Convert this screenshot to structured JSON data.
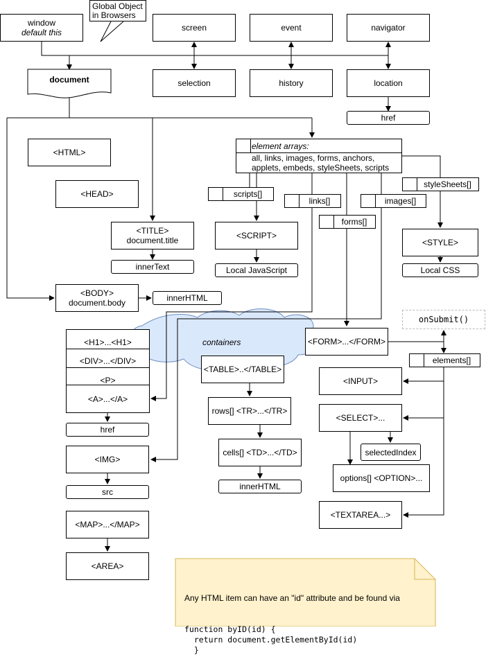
{
  "top": {
    "window_line1": "window",
    "window_line2": "default this",
    "callout_line1": "Global Object",
    "callout_line2": "in Browsers",
    "screen": "screen",
    "event": "event",
    "navigator": "navigator",
    "document": "document",
    "selection": "selection",
    "history": "history",
    "location": "location",
    "href": "href"
  },
  "dom": {
    "html": "<HTML>",
    "head": "<HEAD>",
    "title_line1": "<TITLE>",
    "title_line2": "document.title",
    "innertext": "innerText",
    "body_line1": "<BODY>",
    "body_line2": "document.body",
    "body_innerhtml": "innerHTML"
  },
  "arrays": {
    "title": "element arrays:",
    "line1": "all, links, images, forms, anchors,",
    "line2": "applets, embeds, styleSheets, scripts",
    "scripts": "scripts[]",
    "links": "links[]",
    "images": "images[]",
    "forms": "forms[]",
    "stylesheets": "styleSheets[]",
    "script_tag": "<SCRIPT>",
    "local_js": "Local JavaScript",
    "style_tag": "<STYLE>",
    "local_css": "Local CSS"
  },
  "left_column": {
    "h1": "<H1>...<H1>",
    "div": "<DIV>...</DIV>",
    "p": "<P>",
    "a": "<A>...</A>",
    "a_href": "href",
    "img": "<IMG>",
    "img_src": "src",
    "map": "<MAP>...</MAP>",
    "area": "<AREA>"
  },
  "containers": {
    "label": "containers",
    "table": "<TABLE>..</TABLE>",
    "rows": "rows[]  <TR>...</TR>",
    "cells": "cells[] <TD>...</TD>",
    "innerhtml": "innerHTML"
  },
  "form_area": {
    "form": "<FORM>...</FORM>",
    "onsubmit": "onSubmit()",
    "elements": "elements[]",
    "input": "<INPUT>",
    "select": "<SELECT>...",
    "selectedindex": "selectedIndex",
    "options": "options[] <OPTION>...",
    "textarea": "<TEXTAREA...>"
  },
  "note": {
    "line1": "Any HTML item can have an \"id\" attribute and be found via",
    "code": "function byID(id) {\n  return document.getElementById(id)\n  }"
  },
  "colors": {
    "cloud_fill": "#dae8fc",
    "cloud_stroke": "#6c8ebf",
    "note_fill": "#fff2cc",
    "note_stroke": "#d6b656"
  }
}
